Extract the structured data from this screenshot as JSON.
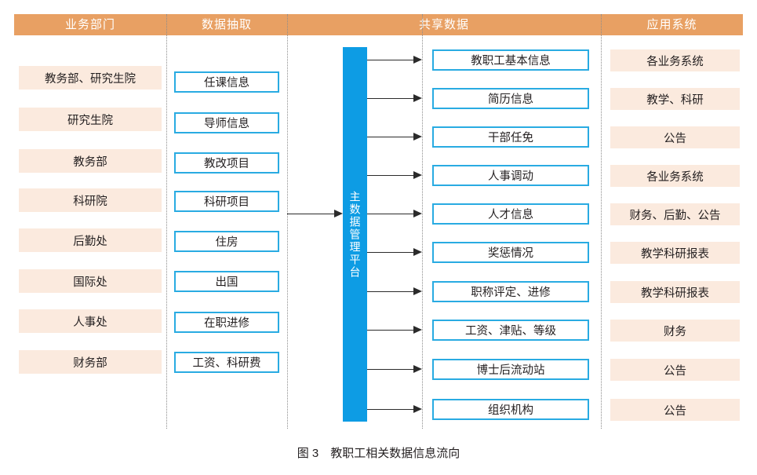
{
  "figure": {
    "caption": "图 3　教职工相关数据信息流向",
    "accent_blue": "#29abe2",
    "platform_blue": "#0d9ce4",
    "header_orange": "#e8a063",
    "peach_fill": "#fbeade"
  },
  "header": {
    "columns": [
      {
        "label": "业务部门"
      },
      {
        "label": "数据抽取"
      },
      {
        "label": "共享数据"
      },
      {
        "label": "应用系统"
      }
    ]
  },
  "platform": {
    "label": "主数据管理平台"
  },
  "business_departments": [
    {
      "label": "教务部、研究生院"
    },
    {
      "label": "研究生院"
    },
    {
      "label": "教务部"
    },
    {
      "label": "科研院"
    },
    {
      "label": "后勤处"
    },
    {
      "label": "国际处"
    },
    {
      "label": "人事处"
    },
    {
      "label": "财务部"
    }
  ],
  "data_extraction": [
    {
      "label": "任课信息"
    },
    {
      "label": "导师信息"
    },
    {
      "label": "教改项目"
    },
    {
      "label": "科研项目"
    },
    {
      "label": "住房"
    },
    {
      "label": "出国"
    },
    {
      "label": "在职进修"
    },
    {
      "label": "工资、科研费"
    }
  ],
  "shared_data": [
    {
      "label": "教职工基本信息"
    },
    {
      "label": "简历信息"
    },
    {
      "label": "干部任免"
    },
    {
      "label": "人事调动"
    },
    {
      "label": "人才信息"
    },
    {
      "label": "奖惩情况"
    },
    {
      "label": "职称评定、进修"
    },
    {
      "label": "工资、津贴、等级"
    },
    {
      "label": "博士后流动站"
    },
    {
      "label": "组织机构"
    }
  ],
  "application_systems": [
    {
      "label": "各业务系统"
    },
    {
      "label": "教学、科研"
    },
    {
      "label": "公告"
    },
    {
      "label": "各业务系统"
    },
    {
      "label": "财务、后勤、公告"
    },
    {
      "label": "教学科研报表"
    },
    {
      "label": "教学科研报表"
    },
    {
      "label": "财务"
    },
    {
      "label": "公告"
    },
    {
      "label": "公告"
    }
  ],
  "chart_data": {
    "type": "table",
    "title": "图 3　教职工相关数据信息流向",
    "columns": [
      "业务部门",
      "数据抽取",
      "共享数据",
      "应用系统"
    ],
    "flow": "业务部门 → 数据抽取 → 主数据管理平台 → 共享数据 → 应用系统"
  }
}
